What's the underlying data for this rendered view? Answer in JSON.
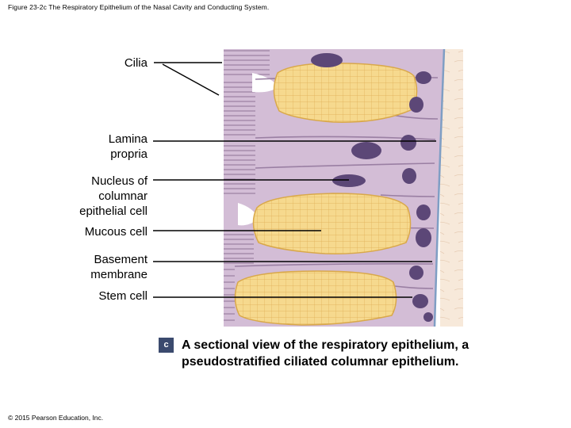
{
  "figure_title": "Figure 23-2c The Respiratory Epithelium of the Nasal Cavity and Conducting System.",
  "labels": {
    "cilia": "Cilia",
    "lamina_propria": [
      "Lamina",
      "propria"
    ],
    "nucleus": [
      "Nucleus of",
      "columnar",
      "epithelial cell"
    ],
    "mucous_cell": "Mucous cell",
    "basement_membrane": [
      "Basement",
      "membrane"
    ],
    "stem_cell": "Stem cell"
  },
  "panel_letter": "c",
  "caption": [
    "A sectional view of the respiratory epithelium, a",
    "pseudostratified ciliated columnar epithelium."
  ],
  "copyright": "© 2015 Pearson Education, Inc.",
  "colors": {
    "cytoplasm": "#d3bdd6",
    "cell_border": "#9a7fa3",
    "goblet_fill": "#f6d98e",
    "goblet_border": "#d9a84a",
    "nucleus": "#5c4777",
    "lamina": "#f7e9da",
    "basement": "#7f9ec4",
    "badge": "#3b4a6e"
  }
}
